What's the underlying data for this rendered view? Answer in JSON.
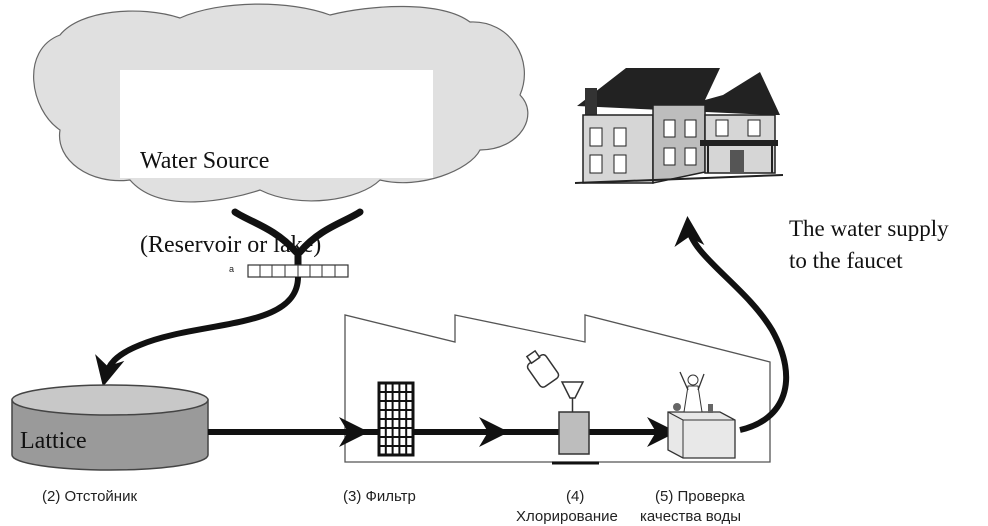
{
  "diagram": {
    "source_title": "Water Source",
    "source_subtitle": "(Reservoir or lake)",
    "grate_mark": "a",
    "tank_label": "Lattice",
    "supply_line1": "The water supply",
    "supply_line2": "to the faucet",
    "steps": [
      {
        "lines": [
          "(2) Отстойник"
        ]
      },
      {
        "lines": [
          "(3) Фильтр"
        ]
      },
      {
        "lines": [
          "(4)",
          "Хлорирование"
        ]
      },
      {
        "lines": [
          "(5) Проверка",
          "качества воды"
        ]
      }
    ]
  },
  "colors": {
    "cloud_fill": "#e0e0e0",
    "tank_fill": "#9a9a9a",
    "ink": "#111111"
  }
}
